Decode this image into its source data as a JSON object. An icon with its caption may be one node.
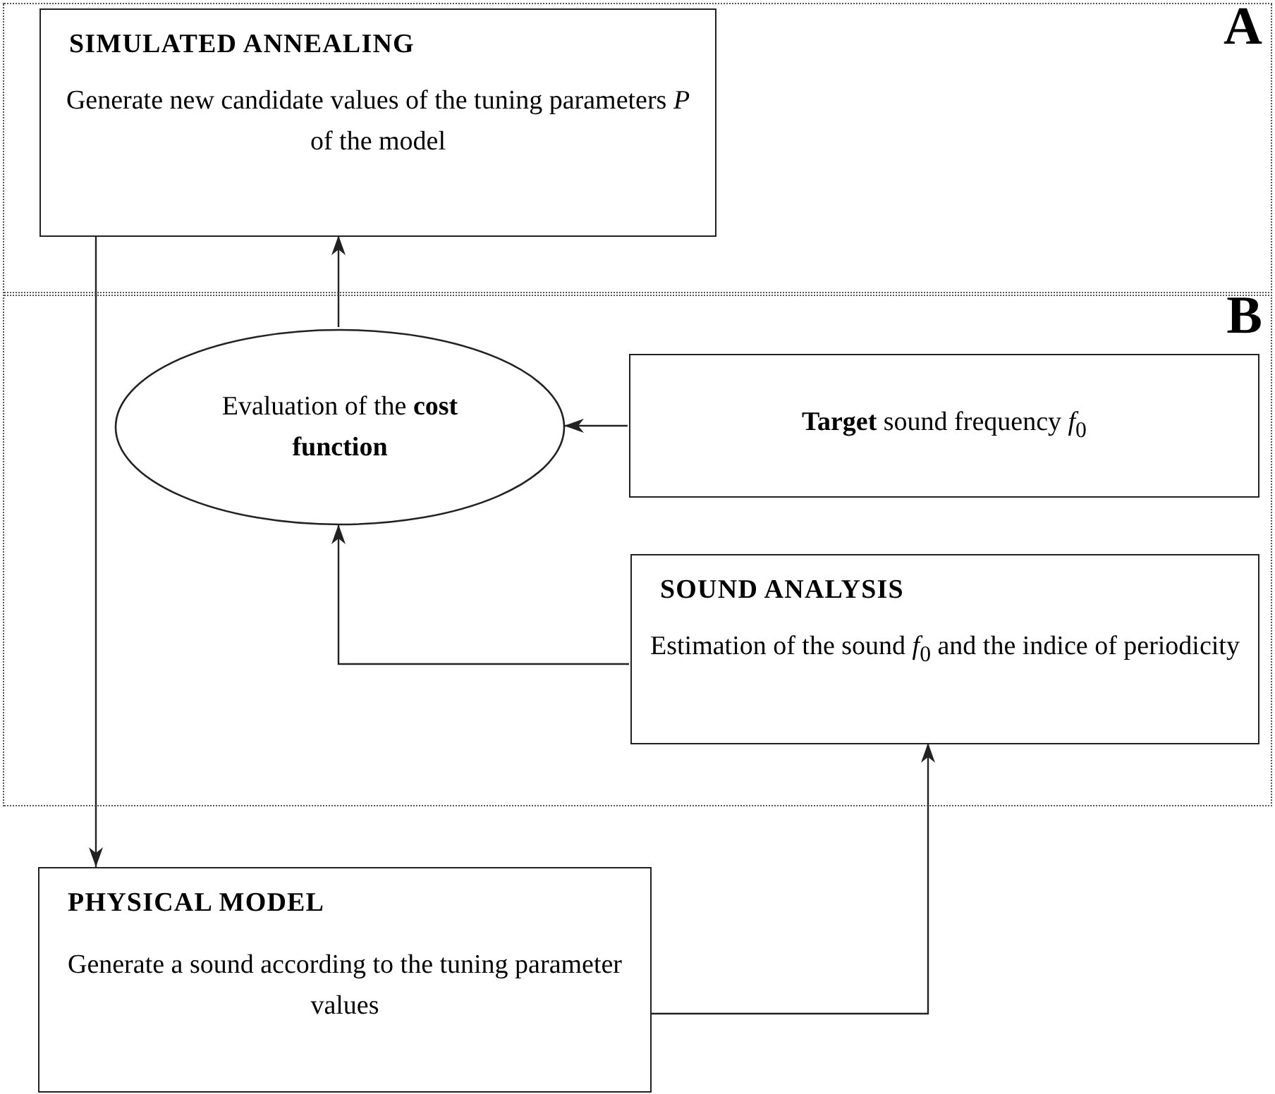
{
  "diagram": {
    "nodes": [
      {
        "text": [
          "A"
        ]
      },
      {
        "text": [
          "SIMULATED ANNEALING",
          "Generate new candidate values of the tuning parameters *P* of the model"
        ],
        "in": 0
      },
      {
        "text": [
          "B"
        ]
      },
      {
        "text": [
          "Evaluation of the **cost function**"
        ],
        "in": 2
      },
      {
        "text": [
          "**Target** sound frequency *f*$_{0}$"
        ],
        "in": 2
      },
      {
        "text": [
          "SOUND ANALYSIS",
          "Estimation of the sound *f*$_{0}$ and the indice of periodicity"
        ],
        "in": 2
      },
      {
        "text": [
          "PHYSICAL MODEL",
          "Generate a sound according to the tuning parameter values"
        ]
      }
    ],
    "edges": [
      {
        "from": 3,
        "to": 1,
        "arrow": "to"
      },
      {
        "from": 4,
        "to": 3,
        "arrow": "to"
      },
      {
        "from": 5,
        "to": 3,
        "arrow": "to"
      },
      {
        "from": 1,
        "to": 6,
        "arrow": "to"
      },
      {
        "from": 6,
        "to": 5,
        "arrow": "to"
      }
    ]
  }
}
